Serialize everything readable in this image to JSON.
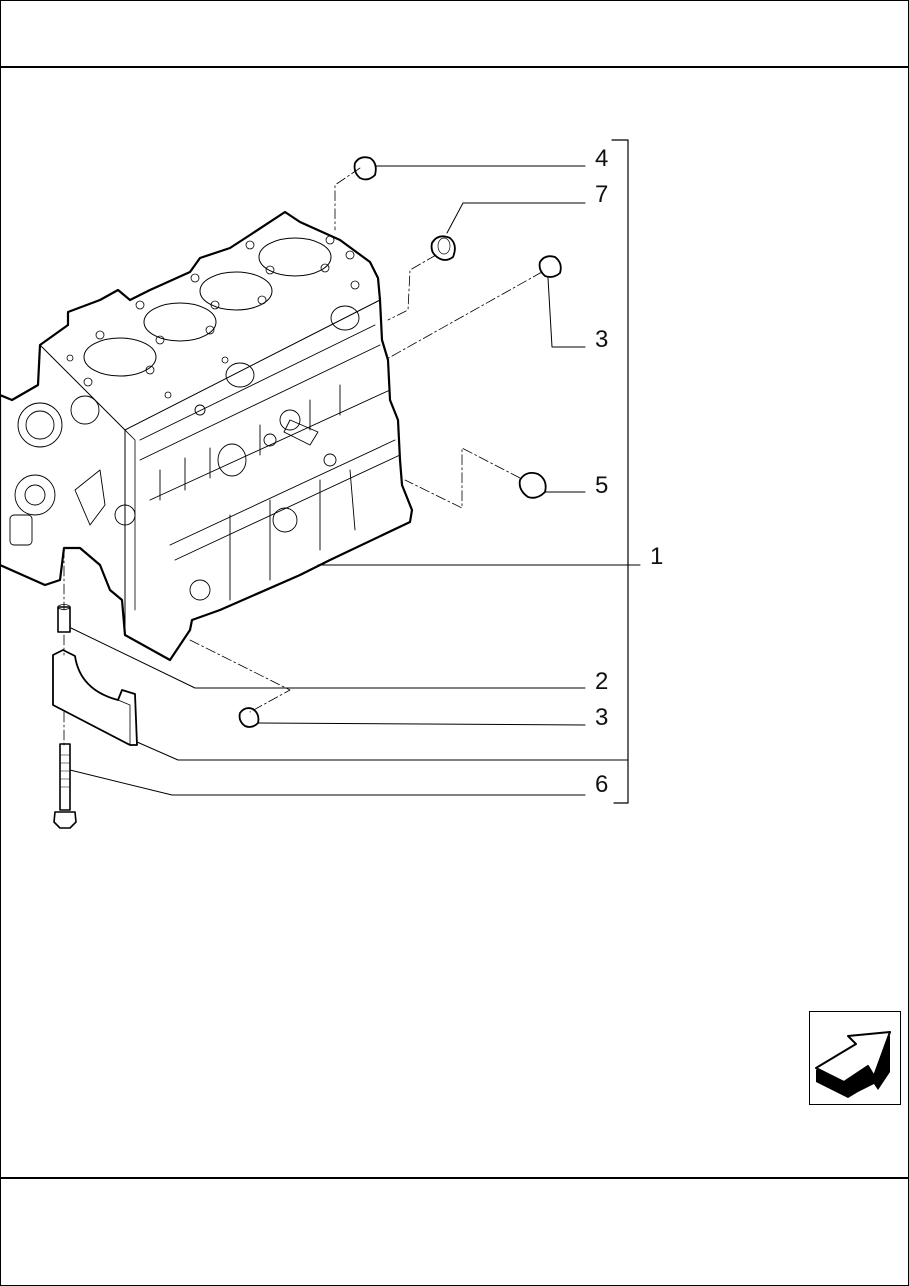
{
  "page": {
    "header_text": "",
    "footer_text": ""
  },
  "diagram": {
    "subject": "engine-cylinder-block-exploded-view",
    "callouts": [
      {
        "id": "c4",
        "label": "4",
        "part": "plug-top"
      },
      {
        "id": "c7",
        "label": "7",
        "part": "bushing"
      },
      {
        "id": "c3a",
        "label": "3",
        "part": "plug-side-upper"
      },
      {
        "id": "c5",
        "label": "5",
        "part": "plug-side"
      },
      {
        "id": "c1",
        "label": "1",
        "part": "cylinder-block"
      },
      {
        "id": "c2",
        "label": "2",
        "part": "dowel-pin"
      },
      {
        "id": "c3b",
        "label": "3",
        "part": "plug-lower"
      },
      {
        "id": "c6",
        "label": "6",
        "part": "cap-bolt"
      }
    ]
  },
  "navigation": {
    "next_icon": "arrow-next-icon"
  }
}
